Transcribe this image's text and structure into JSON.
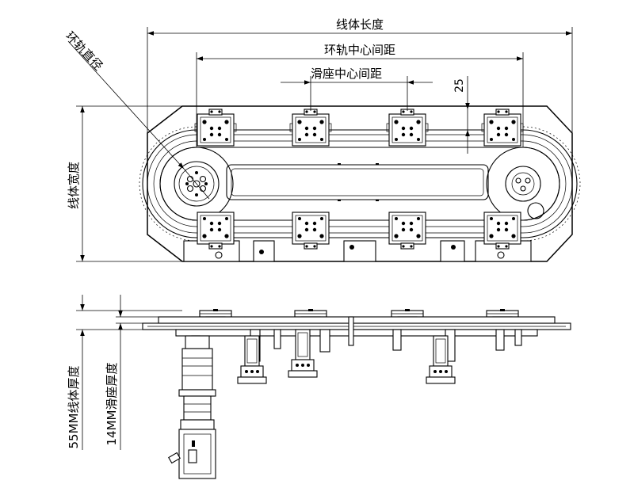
{
  "labels": {
    "line_length": "线体长度",
    "loop_center_distance": "环轨中心间距",
    "slider_center_distance": "滑座中心间距",
    "dim_25": "25",
    "loop_diameter": "环轨直径",
    "line_width": "线体宽度",
    "line_thickness": "55MM线体厚度",
    "slider_thickness": "14MM滑座厚度"
  }
}
